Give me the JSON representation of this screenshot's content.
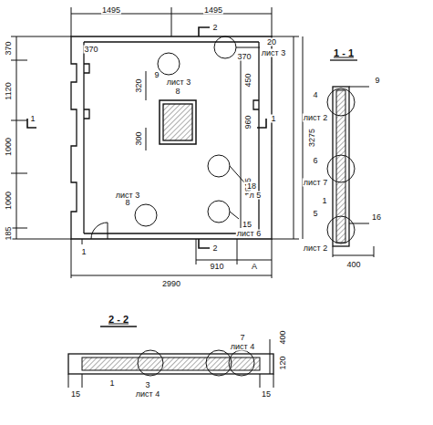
{
  "diagram": {
    "labels": [
      "1495",
      "1495",
      "370",
      "370",
      "9",
      "лист 3",
      "20",
      "лист 3",
      "2",
      "370",
      "1120",
      "1000",
      "1000",
      "185",
      "1",
      "320",
      "300",
      "8",
      "450",
      "1",
      "960",
      "1815",
      "3275",
      "18",
      "л 5",
      "15",
      "лист 6",
      "8",
      "лист 3",
      "1",
      "2",
      "910",
      "A",
      "2990",
      "1 - 1",
      "9",
      "4",
      "лист 2",
      "6",
      "лист 7",
      "1",
      "5",
      "лист 2",
      "16",
      "400",
      "2 - 2",
      "15",
      "1",
      "3",
      "лист 4",
      "7",
      "лист 4",
      "15",
      "120",
      "400"
    ]
  }
}
